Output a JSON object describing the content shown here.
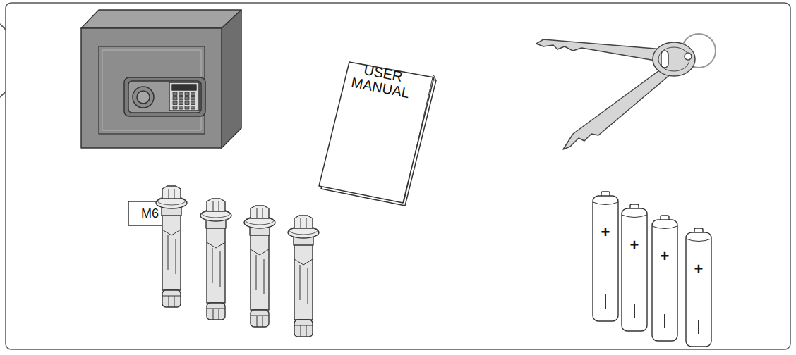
{
  "diagram": {
    "nodes": [
      {
        "text": [
          "USER MANUAL"
        ]
      },
      {
        "text": [
          "M6"
        ]
      }
    ],
    "labels": [
      "+",
      "+",
      "+",
      "+"
    ]
  }
}
